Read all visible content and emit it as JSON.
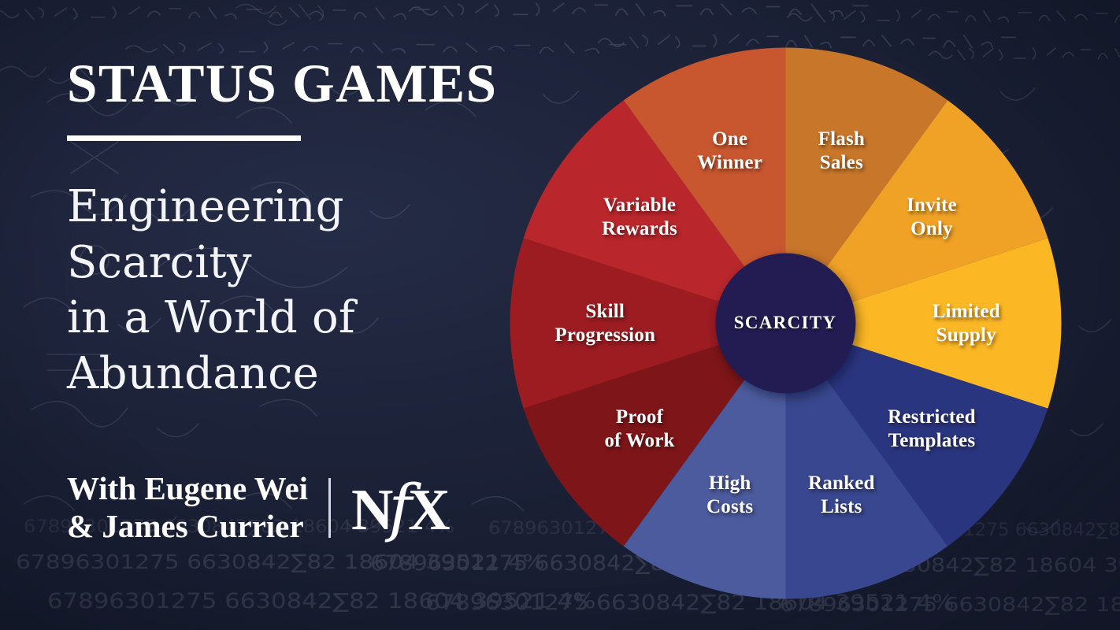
{
  "page": {
    "background_color": "#1b2138",
    "accent_text_color": "#ffffff"
  },
  "left": {
    "title": "STATUS GAMES",
    "subtitle_lines": [
      "Engineering",
      "Scarcity",
      "in a World of",
      "Abundance"
    ],
    "credit_lines": [
      "With Eugene Wei",
      "& James Currier"
    ],
    "logo": {
      "pre": "N",
      "mid": "f",
      "post": "X",
      "full": "NfX"
    }
  },
  "chart_data": {
    "type": "pie",
    "title": "Engineering Scarcity in a World of Abundance",
    "center_label": "SCARCITY",
    "center_color": "#201a52",
    "legend": "none",
    "start_angle_deg": 0,
    "equal_slices": true,
    "slice_angle_deg": 36,
    "categories": [
      "Flash Sales",
      "Invite Only",
      "Limited Supply",
      "Restricted Templates",
      "Ranked Lists",
      "High Costs",
      "Proof of Work",
      "Skill Progression",
      "Variable Rewards",
      "One Winner"
    ],
    "values": [
      10,
      10,
      10,
      10,
      10,
      10,
      10,
      10,
      10,
      10
    ],
    "colors": [
      "#c8762a",
      "#f0a227",
      "#fbb724",
      "#2a3580",
      "#38478f",
      "#4b5b9e",
      "#7d1519",
      "#9c1c22",
      "#b9272c",
      "#c8572f"
    ],
    "slices": [
      {
        "label_lines": [
          "Flash",
          "Sales"
        ],
        "color": "#c8762a"
      },
      {
        "label_lines": [
          "Invite",
          "Only"
        ],
        "color": "#f0a227"
      },
      {
        "label_lines": [
          "Limited",
          "Supply"
        ],
        "color": "#fbb724"
      },
      {
        "label_lines": [
          "Restricted",
          "Templates"
        ],
        "color": "#2a3580"
      },
      {
        "label_lines": [
          "Ranked",
          "Lists"
        ],
        "color": "#38478f"
      },
      {
        "label_lines": [
          "High",
          "Costs"
        ],
        "color": "#4b5b9e"
      },
      {
        "label_lines": [
          "Proof",
          "of Work"
        ],
        "color": "#7d1519"
      },
      {
        "label_lines": [
          "Skill",
          "Progression"
        ],
        "color": "#9c1c22"
      },
      {
        "label_lines": [
          "Variable",
          "Rewards"
        ],
        "color": "#b9272c"
      },
      {
        "label_lines": [
          "One",
          "Winner"
        ],
        "color": "#c8572f"
      }
    ]
  }
}
